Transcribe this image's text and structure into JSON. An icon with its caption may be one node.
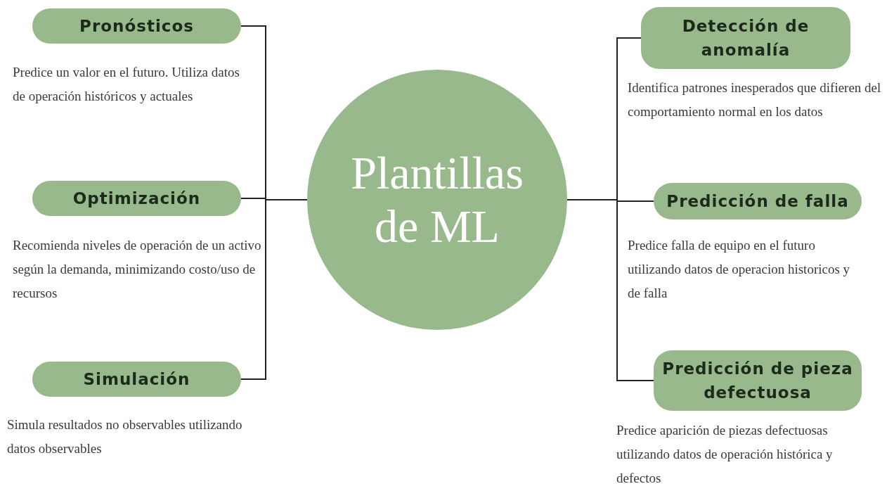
{
  "diagram": {
    "nodes": [
      {
        "text": [
          "Plantillas de ML"
        ]
      },
      {
        "text": [
          "Pronósticos"
        ],
        "beside": [
          "Predice un valor en el futuro. Utiliza datos de operación históricos y actuales"
        ]
      },
      {
        "text": [
          "Optimización"
        ],
        "beside": [
          "Recomienda niveles de operación de un activo según la demanda, minimizando costo/uso de recursos"
        ]
      },
      {
        "text": [
          "Simulación"
        ],
        "beside": [
          "Simula resultados no observables utilizando datos observables"
        ]
      },
      {
        "text": [
          "Detección de anomalía"
        ],
        "beside": [
          "Identifica patrones inesperados que difieren del comportamiento normal en los datos"
        ]
      },
      {
        "text": [
          "Predicción de falla"
        ],
        "beside": [
          "Predice falla de equipo en el futuro utilizando datos de operacion historicos y de falla"
        ]
      },
      {
        "text": [
          "Predicción de pieza defectuosa"
        ],
        "beside": [
          "Predice aparición de piezas defectuosas utilizando datos de operación histórica y defectos"
        ]
      }
    ],
    "edges": [
      {
        "from": 0,
        "to": 1,
        "arrow": "none"
      },
      {
        "from": 0,
        "to": 2,
        "arrow": "none"
      },
      {
        "from": 0,
        "to": 3,
        "arrow": "none"
      },
      {
        "from": 0,
        "to": 4,
        "arrow": "none"
      },
      {
        "from": 0,
        "to": 5,
        "arrow": "none"
      },
      {
        "from": 0,
        "to": 6,
        "arrow": "none"
      }
    ]
  }
}
